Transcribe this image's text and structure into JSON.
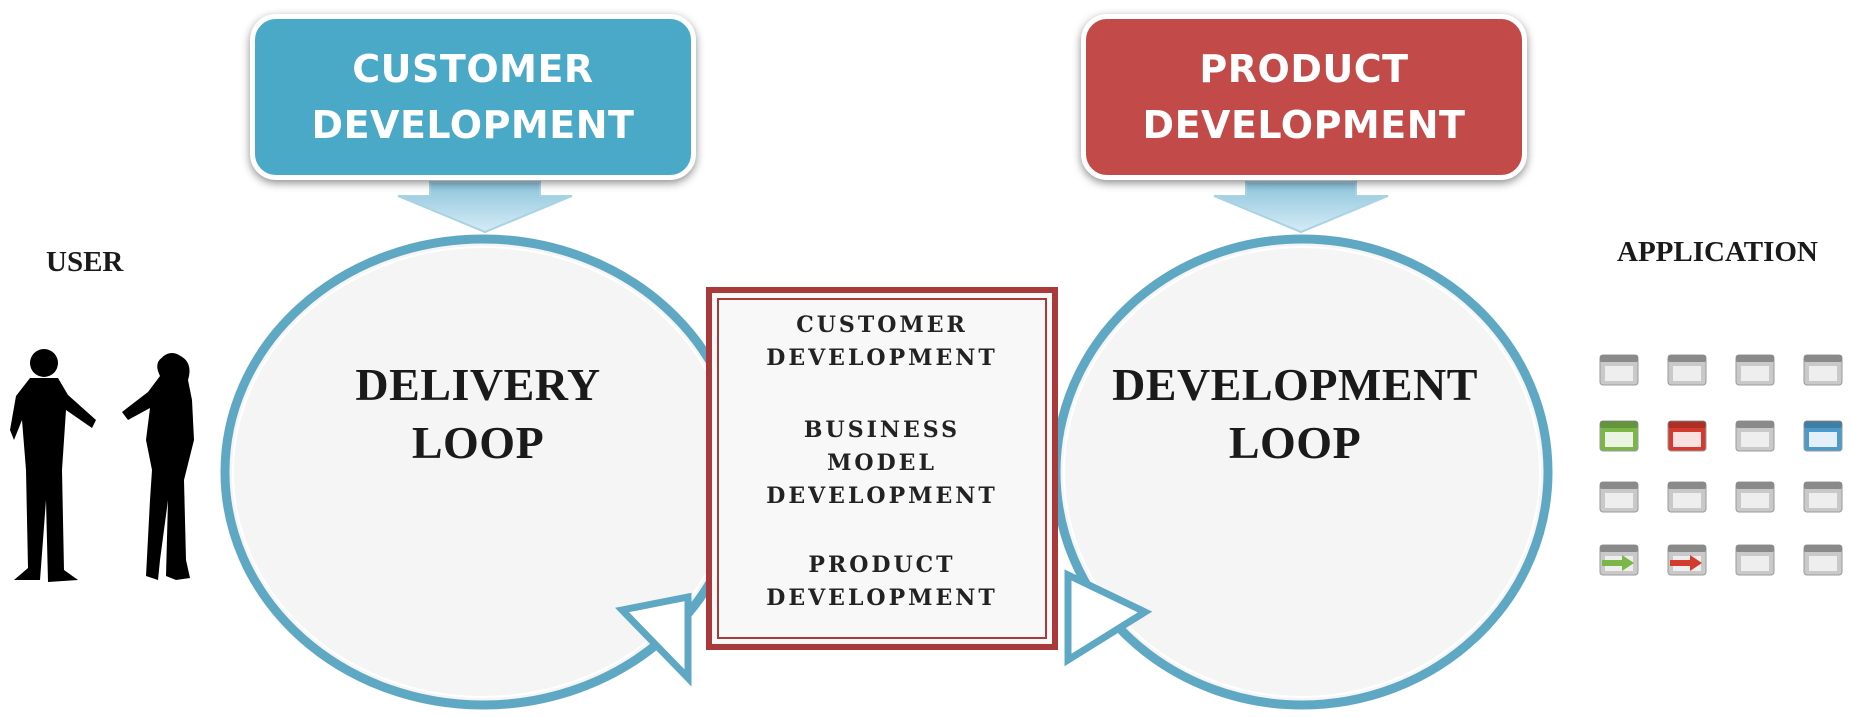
{
  "top_boxes": {
    "customer": {
      "label": "CUSTOMER\nDEVELOPMENT"
    },
    "product": {
      "label": "PRODUCT\nDEVELOPMENT"
    }
  },
  "loops": {
    "delivery": {
      "label": "DELIVERY\nLOOP"
    },
    "development": {
      "label": "DEVELOPMENT\nLOOP"
    }
  },
  "center": {
    "items": [
      "CUSTOMER\nDEVELOPMENT",
      "BUSINESS\nMODEL\nDEVELOPMENT",
      "PRODUCT\nDEVELOPMENT"
    ]
  },
  "side": {
    "user_label": "USER",
    "app_label": "APPLICATION",
    "app_icons": [
      "window-icon",
      "form-icon",
      "sidebar-window-icon",
      "grid-table-icon",
      "check-icon",
      "close-icon",
      "edit-icon",
      "image-window-icon",
      "list-window-icon",
      "layout-window-icon",
      "search-icon",
      "settings-window-icon",
      "import-icon",
      "export-icon",
      "window-icon",
      "table-window-icon"
    ]
  },
  "colors": {
    "customer": "#4aa9c6",
    "product": "#c24b49",
    "loop_stroke": "#5fa8c4",
    "center_border": "#a83a3c"
  }
}
